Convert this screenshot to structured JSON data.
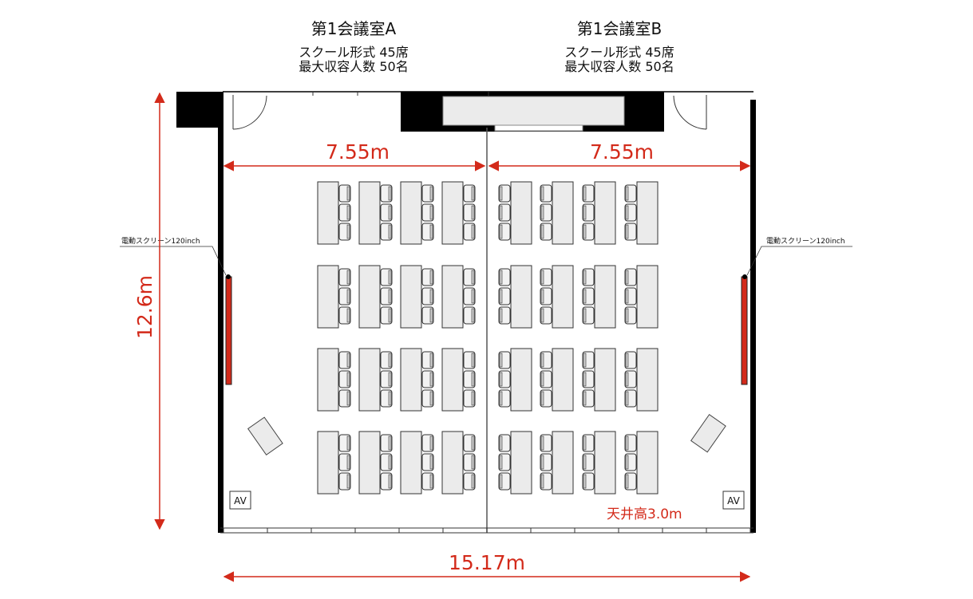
{
  "rooms": [
    {
      "name": "第1会議室A",
      "layout": "スクール形式 45席",
      "capacity": "最大収容人数 50名"
    },
    {
      "name": "第1会議室B",
      "layout": "スクール形式 45席",
      "capacity": "最大収容人数 50名"
    }
  ],
  "dimensions": {
    "room_a_width": "7.55m",
    "room_b_width": "7.55m",
    "total_width": "15.17m",
    "depth": "12.6m",
    "ceiling": "天井高3.0m"
  },
  "screen_label": "電動スクリーン120inch",
  "av_label": "AV",
  "layout_grid": {
    "rows": 4,
    "tables_per_row_per_room": 4,
    "chairs_per_table": 3
  },
  "colors": {
    "dimension": "#d32a1a",
    "wall": "#000000",
    "table": "#ebebeb",
    "screen": "#d32a1a"
  }
}
